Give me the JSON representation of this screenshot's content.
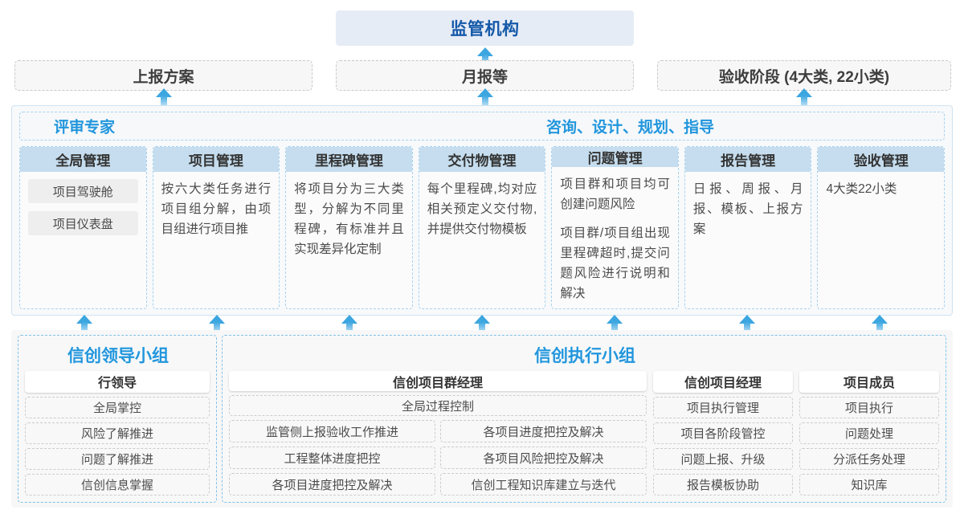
{
  "top": {
    "regulator": {
      "label": "监管机构"
    },
    "submissions": [
      {
        "label": "上报方案"
      },
      {
        "label": "月报等"
      },
      {
        "label": "验收阶段 (4大类, 22小类)"
      }
    ]
  },
  "middle": {
    "header_left": "评审专家",
    "header_right": "咨询、设计、规划、指导",
    "columns": [
      {
        "title": "全局管理",
        "text": "",
        "pills": [
          "项目驾驶舱",
          "项目仪表盘"
        ]
      },
      {
        "title": "项目管理",
        "text": "按六大类任务进行项目组分解，由项目组进行项目推",
        "pills": []
      },
      {
        "title": "里程碑管理",
        "text": "将项目分为三大类型，分解为不同里程碑，有标准并且实现差异化定制",
        "pills": []
      },
      {
        "title": "交付物管理",
        "text": "每个里程碑,均对应相关预定义交付物,并提供交付物模板",
        "pills": []
      },
      {
        "title": "问题管理",
        "text": "项目群和项目均可创建问题风险",
        "text2": "项目群/项目组出现里程碑超时,提交问题风险进行说明和解决",
        "pills": []
      },
      {
        "title": "报告管理",
        "text": "日报、周报、月报、模板、上报方案",
        "pills": []
      },
      {
        "title": "验收管理",
        "text": "4大类22小类",
        "pills": []
      }
    ]
  },
  "bottom": {
    "left_group": {
      "title": "信创领导小组",
      "role": "行领导",
      "items": [
        "全局掌控",
        "风险了解推进",
        "问题了解推进",
        "信创信息掌握"
      ]
    },
    "right_group": {
      "title": "信创执行小组",
      "program_manager": {
        "role": "信创项目群经理",
        "full_item": "全局过程控制",
        "left_items": [
          "监管侧上报验收工作推进",
          "工程整体进度把控",
          "各项目进度把控及解决"
        ],
        "right_items": [
          "各项目进度把控及解决",
          "各项目风险把控及解决",
          "信创工程知识库建立与迭代"
        ]
      },
      "project_manager": {
        "role": "信创项目经理",
        "items": [
          "项目执行管理",
          "项目各阶段管控",
          "问题上报、升级",
          "报告模板协助"
        ]
      },
      "member": {
        "role": "项目成员",
        "items": [
          "项目执行",
          "问题处理",
          "分派任务处理",
          "知识库"
        ]
      }
    }
  },
  "colors": {
    "accent_blue": "#2196dd",
    "title_blue": "#1559a8",
    "header_fill": "#c5ddee",
    "regulator_fill": "#e6ecf6",
    "arrow": "#3ca6e0"
  }
}
